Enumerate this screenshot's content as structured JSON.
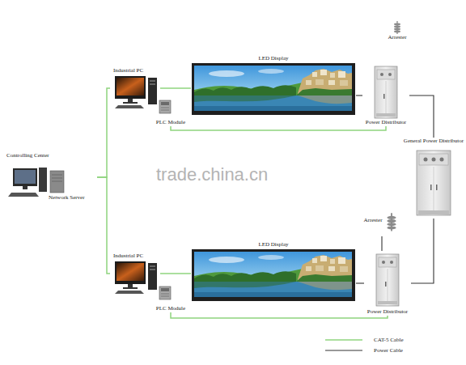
{
  "diagram": {
    "nodes": [
      {
        "text": [
          "Controlling Center",
          "Network Server"
        ]
      },
      {
        "text": [
          "Industrial PC"
        ]
      },
      {
        "text": [
          "PLC Module"
        ]
      },
      {
        "text": [
          "LED Display"
        ]
      },
      {
        "text": [
          "Power Distributor"
        ]
      },
      {
        "text": [
          "Arrester"
        ]
      },
      {
        "text": [
          "General Power Distributor"
        ]
      },
      {
        "text": [
          "Industrial PC"
        ]
      },
      {
        "text": [
          "PLC Module"
        ]
      },
      {
        "text": [
          "LED Display"
        ]
      },
      {
        "text": [
          "Power Distributor"
        ]
      },
      {
        "text": [
          "Arrester"
        ]
      }
    ],
    "edges": [
      {
        "from": 0,
        "to": 1,
        "arrow": "none"
      },
      {
        "from": 0,
        "to": 7,
        "arrow": "none"
      },
      {
        "from": 1,
        "to": 3,
        "arrow": "none"
      },
      {
        "from": 2,
        "to": 4,
        "arrow": "none"
      },
      {
        "from": 4,
        "to": 3,
        "arrow": "none"
      },
      {
        "from": 4,
        "to": 6,
        "arrow": "none"
      },
      {
        "from": 6,
        "to": 10,
        "arrow": "none"
      },
      {
        "from": 7,
        "to": 9,
        "arrow": "none"
      },
      {
        "from": 8,
        "to": 10,
        "arrow": "none"
      },
      {
        "from": 10,
        "to": 9,
        "arrow": "none"
      },
      {
        "from": 11,
        "to": 10,
        "arrow": "none"
      }
    ],
    "labels": [
      "trade.china.cn"
    ],
    "legend": [
      {
        "text": "CAT-5 Cable"
      },
      {
        "text": "Power Cable"
      }
    ]
  }
}
